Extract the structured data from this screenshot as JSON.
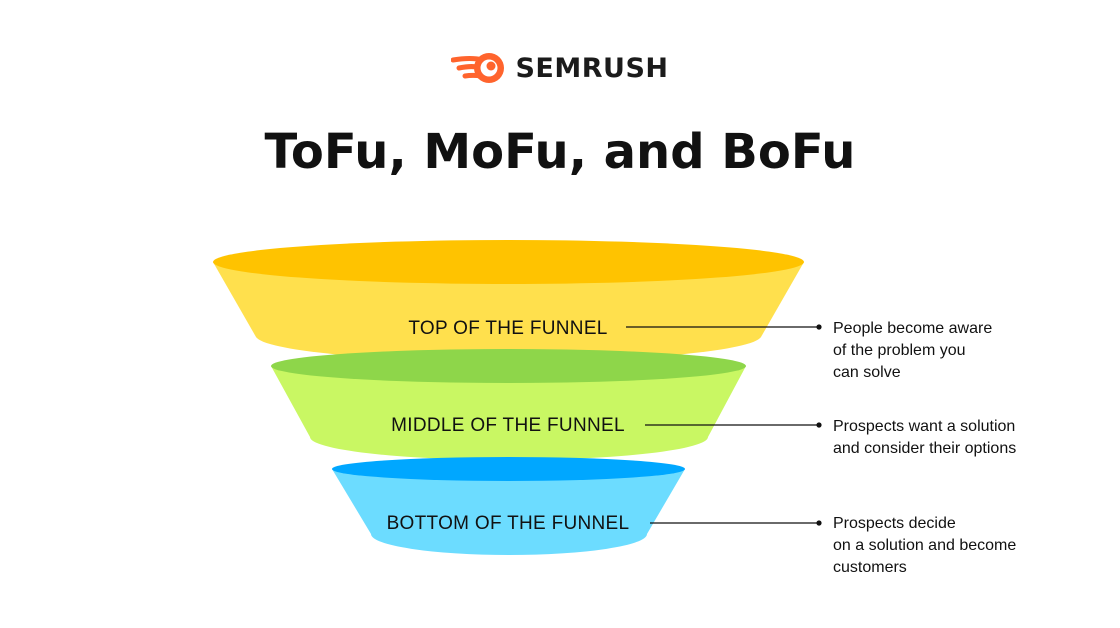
{
  "brand": {
    "name": "SEMRUSH",
    "accent_color": "#FF642D",
    "icon": "semrush-comet-icon"
  },
  "title": "ToFu, MoFu, and BoFu",
  "stages": [
    {
      "label": "TOP OF THE FUNNEL",
      "description": "People become aware\nof the problem you\ncan solve",
      "body_color": "#FFE04D",
      "rim_color": "#FFC300"
    },
    {
      "label": "MIDDLE OF THE FUNNEL",
      "description": "Prospects want a solution\nand consider their options",
      "body_color": "#C9F763",
      "rim_color": "#8ED64A"
    },
    {
      "label": "BOTTOM OF THE FUNNEL",
      "description": "Prospects decide\non a solution and become\ncustomers",
      "body_color": "#6CDCFF",
      "rim_color": "#00A7FF"
    }
  ]
}
